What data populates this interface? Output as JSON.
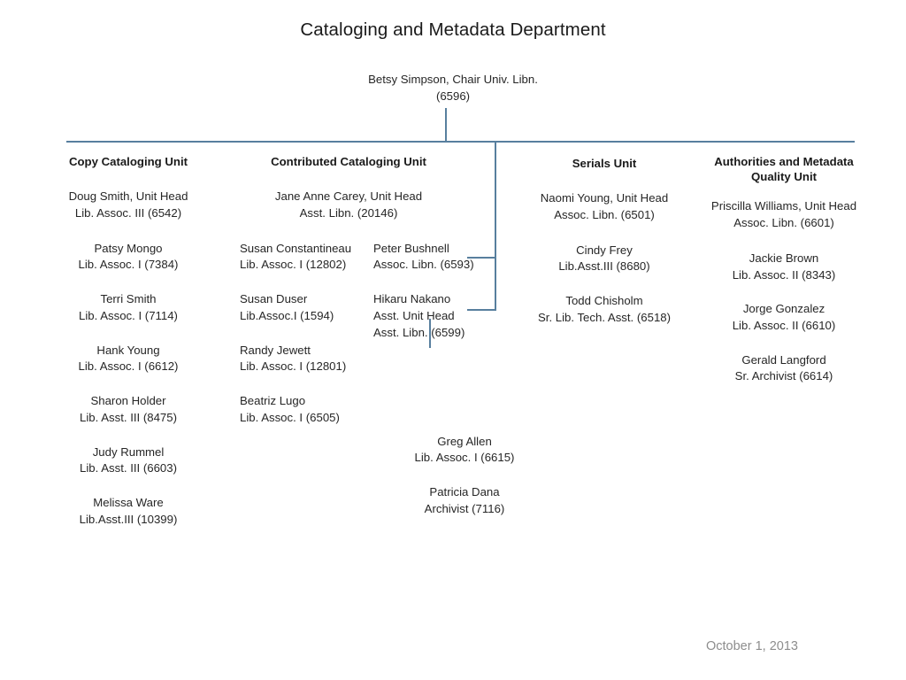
{
  "document": {
    "title": "Cataloging and Metadata Department",
    "date": "October 1, 2013",
    "line_color": "#587f9e"
  },
  "chair": {
    "name": "Betsy Simpson, Chair",
    "title": "Univ. Libn. (6596)"
  },
  "units": [
    {
      "id": "copy-cataloging",
      "name": "Copy Cataloging Unit",
      "head": {
        "name": "Doug Smith, Unit Head",
        "title": "Lib. Assoc. III (6542)"
      },
      "staff": [
        {
          "name": "Patsy Mongo",
          "title": "Lib. Assoc. I (7384)"
        },
        {
          "name": "Terri Smith",
          "title": "Lib. Assoc. I (7114)"
        },
        {
          "name": "Hank Young",
          "title": "Lib. Assoc. I (6612)"
        },
        {
          "name": "Sharon Holder",
          "title": "Lib. Asst. III (8475)"
        },
        {
          "name": "Judy Rummel",
          "title": "Lib. Asst. III (6603)"
        },
        {
          "name": "Melissa Ware",
          "title": "Lib.Asst.III (10399)"
        }
      ]
    },
    {
      "id": "contributed-cataloging",
      "name": "Contributed Cataloging Unit",
      "head": {
        "name": "Jane Anne Carey, Unit Head",
        "title": "Asst. Libn. (20146)"
      },
      "staff_left": [
        {
          "name": "Susan Constantineau",
          "title": "Lib. Assoc. I (12802)"
        },
        {
          "name": "Susan Duser",
          "title": "Lib.Assoc.I (1594)"
        },
        {
          "name": "Randy Jewett",
          "title": "Lib. Assoc. I (12801)"
        },
        {
          "name": "Beatriz Lugo",
          "title": "Lib. Assoc. I (6505)"
        }
      ],
      "staff_right": [
        {
          "name": "Peter Bushnell",
          "title": "Assoc. Libn. (6593)"
        },
        {
          "name": "Hikaru Nakano",
          "title": "Asst. Unit Head",
          "title2": "Asst. Libn. (6599)"
        }
      ],
      "sub_branch": [
        {
          "name": "Greg Allen",
          "title": "Lib. Assoc. I (6615)"
        },
        {
          "name": "Patricia Dana",
          "title": "Archivist (7116)"
        }
      ]
    },
    {
      "id": "serials",
      "name": "Serials Unit",
      "head": {
        "name": "Naomi Young, Unit Head",
        "title": "Assoc. Libn. (6501)"
      },
      "staff": [
        {
          "name": "Cindy Frey",
          "title": "Lib.Asst.III (8680)"
        },
        {
          "name": "Todd Chisholm",
          "title": "Sr. Lib. Tech. Asst. (6518)"
        }
      ]
    },
    {
      "id": "authorities-metadata-quality",
      "name": "Authorities and Metadata Quality Unit",
      "name_line1": "Authorities and Metadata",
      "name_line2": "Quality Unit",
      "head": {
        "name": "Priscilla Williams, Unit Head",
        "title": "Assoc. Libn. (6601)"
      },
      "staff": [
        {
          "name": "Jackie Brown",
          "title": "Lib. Assoc. II (8343)"
        },
        {
          "name": "Jorge Gonzalez",
          "title": "Lib. Assoc. II (6610)"
        },
        {
          "name": "Gerald Langford",
          "title": "Sr. Archivist (6614)"
        }
      ]
    }
  ]
}
